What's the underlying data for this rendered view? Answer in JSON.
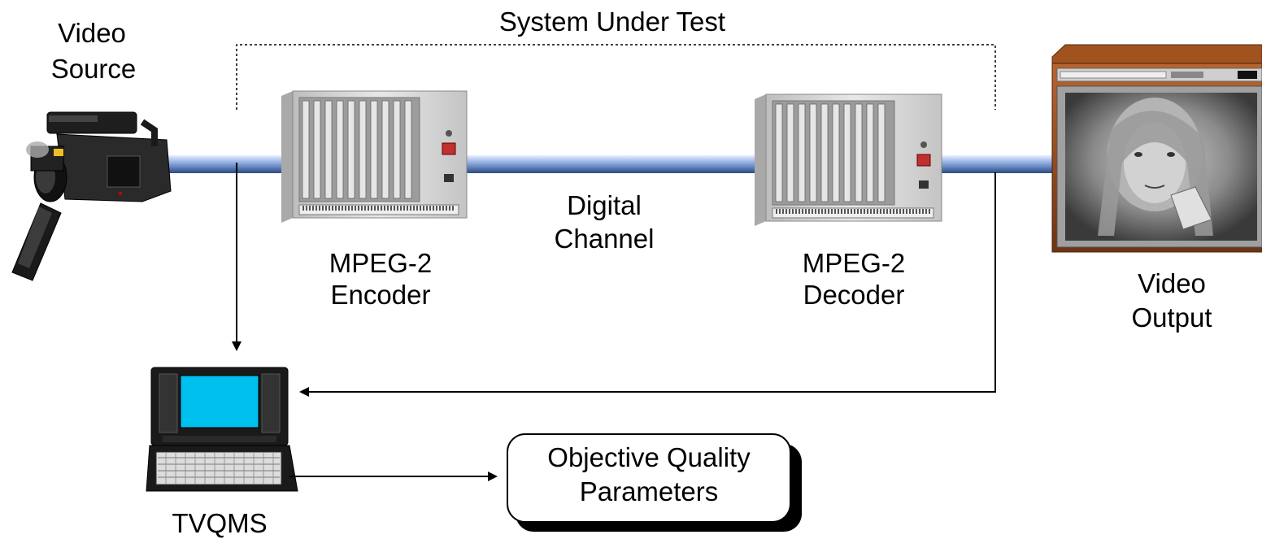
{
  "labels": {
    "system_under_test": "System Under Test",
    "video_source_line1": "Video",
    "video_source_line2": "Source",
    "encoder_line1": "MPEG-2",
    "encoder_line2": "Encoder",
    "channel_line1": "Digital",
    "channel_line2": "Channel",
    "decoder_line1": "MPEG-2",
    "decoder_line2": "Decoder",
    "video_output_line1": "Video",
    "video_output_line2": "Output",
    "tvqms": "TVQMS",
    "quality_line1": "Objective Quality",
    "quality_line2": "Parameters"
  },
  "colors": {
    "cable": "#7f9fd8",
    "rack": "#d6d6d6",
    "tv_wood": "#8b4a26",
    "laptop_screen": "#00c0f0"
  },
  "icons": [
    "video-camera-icon",
    "encoder-rack-icon",
    "decoder-rack-icon",
    "tv-monitor-icon",
    "laptop-icon"
  ]
}
